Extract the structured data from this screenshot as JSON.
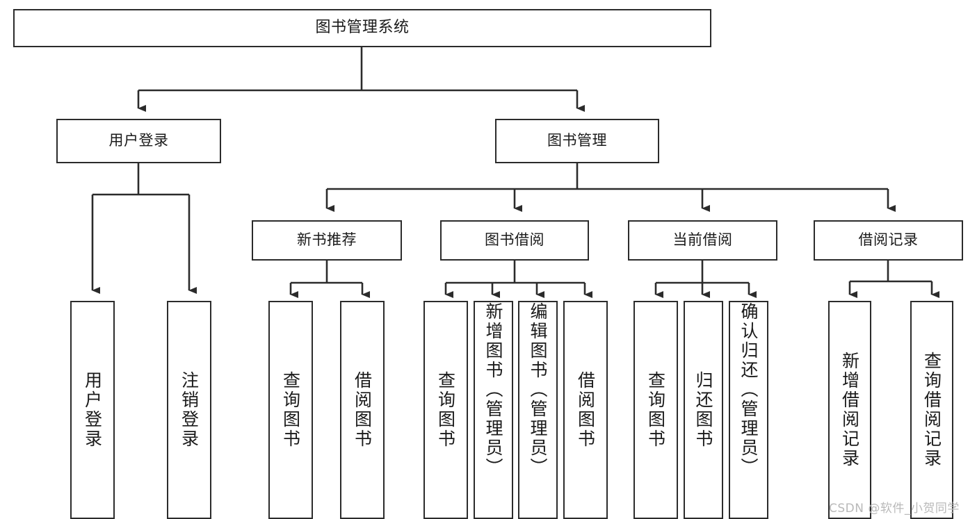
{
  "diagram": {
    "type": "hierarchy-tree",
    "title": "图书管理系统",
    "levels": 4,
    "root": {
      "id": "root",
      "label": "图书管理系统"
    },
    "level2": [
      {
        "id": "user-login",
        "label": "用户登录"
      },
      {
        "id": "book-manage",
        "label": "图书管理"
      }
    ],
    "level3": [
      {
        "id": "new-book-recommend",
        "label": "新书推荐",
        "parent": "book-manage"
      },
      {
        "id": "book-borrow",
        "label": "图书借阅",
        "parent": "book-manage"
      },
      {
        "id": "current-borrow",
        "label": "当前借阅",
        "parent": "book-manage"
      },
      {
        "id": "borrow-record",
        "label": "借阅记录",
        "parent": "book-manage"
      }
    ],
    "leaves": {
      "user-login": [
        {
          "id": "leaf-user-login",
          "label": "用户登录"
        },
        {
          "id": "leaf-user-logout",
          "label": "注销登录"
        }
      ],
      "new-book-recommend": [
        {
          "id": "leaf-query-book-1",
          "label": "查询图书"
        },
        {
          "id": "leaf-borrow-book-1",
          "label": "借阅图书"
        }
      ],
      "book-borrow": [
        {
          "id": "leaf-query-book-2",
          "label": "查询图书"
        },
        {
          "id": "leaf-add-book",
          "label": "新增图书（管理员）"
        },
        {
          "id": "leaf-edit-book",
          "label": "编辑图书（管理员）"
        },
        {
          "id": "leaf-borrow-book-2",
          "label": "借阅图书"
        }
      ],
      "current-borrow": [
        {
          "id": "leaf-query-book-3",
          "label": "查询图书"
        },
        {
          "id": "leaf-return-book",
          "label": "归还图书"
        },
        {
          "id": "leaf-confirm-return",
          "label": "确认归还（管理员）"
        }
      ],
      "borrow-record": [
        {
          "id": "leaf-add-record",
          "label": "新增借阅记录"
        },
        {
          "id": "leaf-query-record",
          "label": "查询借阅记录"
        }
      ]
    }
  },
  "watermark": {
    "text": "CSDN @软件_小贺同学"
  },
  "colors": {
    "border": "#2b2b2b",
    "background": "#ffffff",
    "text": "#1a1a1a",
    "watermark": "#b9b9b9"
  }
}
